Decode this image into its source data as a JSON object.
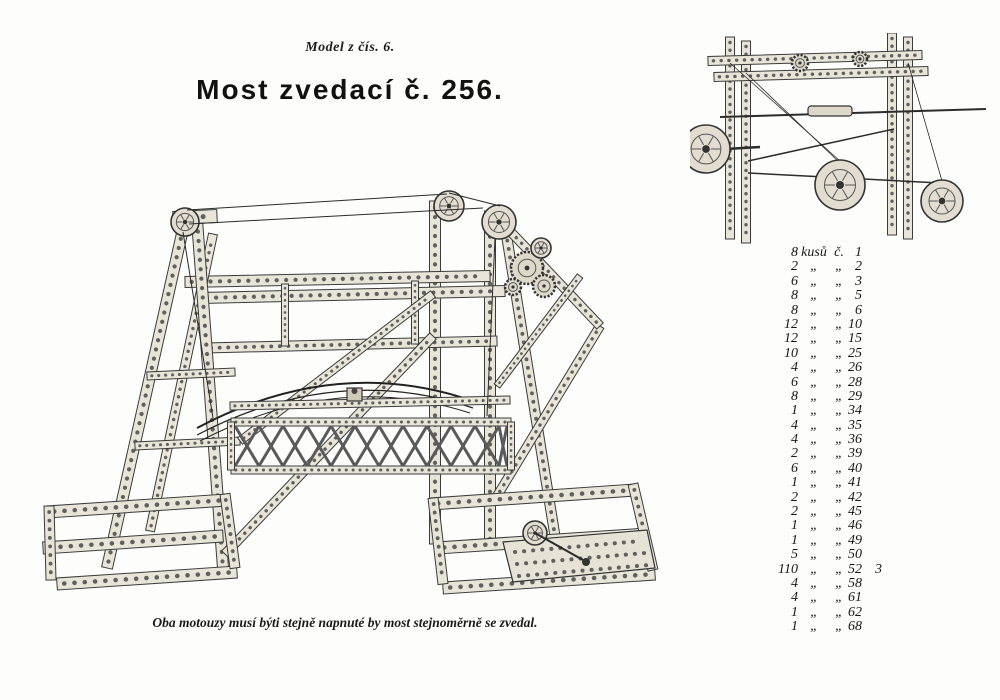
{
  "page": {
    "header": "Model z čís. 6.",
    "title": "Most zvedací č. 256.",
    "caption": "Oba motouzy musí býti stejně napnuté by most stejnoměrně se zvedal."
  },
  "parts_list": {
    "rows": [
      {
        "qty": "8",
        "c2": "kusů",
        "c3": "č.",
        "num": "1",
        "extra": ""
      },
      {
        "qty": "2",
        "c2": "„",
        "c3": "„",
        "num": "2",
        "extra": ""
      },
      {
        "qty": "6",
        "c2": "„",
        "c3": "„",
        "num": "3",
        "extra": ""
      },
      {
        "qty": "8",
        "c2": "„",
        "c3": "„",
        "num": "5",
        "extra": ""
      },
      {
        "qty": "8",
        "c2": "„",
        "c3": "„",
        "num": "6",
        "extra": ""
      },
      {
        "qty": "12",
        "c2": "„",
        "c3": "„",
        "num": "10",
        "extra": ""
      },
      {
        "qty": "12",
        "c2": "„",
        "c3": "„",
        "num": "15",
        "extra": ""
      },
      {
        "qty": "10",
        "c2": "„",
        "c3": "„",
        "num": "25",
        "extra": ""
      },
      {
        "qty": "4",
        "c2": "„",
        "c3": "„",
        "num": "26",
        "extra": ""
      },
      {
        "qty": "6",
        "c2": "„",
        "c3": "„",
        "num": "28",
        "extra": ""
      },
      {
        "qty": "8",
        "c2": "„",
        "c3": "„",
        "num": "29",
        "extra": ""
      },
      {
        "qty": "1",
        "c2": "„",
        "c3": "„",
        "num": "34",
        "extra": ""
      },
      {
        "qty": "4",
        "c2": "„",
        "c3": "„",
        "num": "35",
        "extra": ""
      },
      {
        "qty": "4",
        "c2": "„",
        "c3": "„",
        "num": "36",
        "extra": ""
      },
      {
        "qty": "2",
        "c2": "„",
        "c3": "„",
        "num": "39",
        "extra": ""
      },
      {
        "qty": "6",
        "c2": "„",
        "c3": "„",
        "num": "40",
        "extra": ""
      },
      {
        "qty": "1",
        "c2": "„",
        "c3": "„",
        "num": "41",
        "extra": ""
      },
      {
        "qty": "2",
        "c2": "„",
        "c3": "„",
        "num": "42",
        "extra": ""
      },
      {
        "qty": "2",
        "c2": "„",
        "c3": "„",
        "num": "45",
        "extra": ""
      },
      {
        "qty": "1",
        "c2": "„",
        "c3": "„",
        "num": "46",
        "extra": ""
      },
      {
        "qty": "1",
        "c2": "„",
        "c3": "„",
        "num": "49",
        "extra": ""
      },
      {
        "qty": "5",
        "c2": "„",
        "c3": "„",
        "num": "50",
        "extra": ""
      },
      {
        "qty": "110",
        "c2": "„",
        "c3": "„",
        "num": "52",
        "extra": "3"
      },
      {
        "qty": "4",
        "c2": "„",
        "c3": "„",
        "num": "58",
        "extra": ""
      },
      {
        "qty": "4",
        "c2": "„",
        "c3": "„",
        "num": "61",
        "extra": ""
      },
      {
        "qty": "1",
        "c2": "„",
        "c3": "„",
        "num": "62",
        "extra": ""
      },
      {
        "qty": "1",
        "c2": "„",
        "c3": "„",
        "num": "68",
        "extra": ""
      }
    ]
  }
}
